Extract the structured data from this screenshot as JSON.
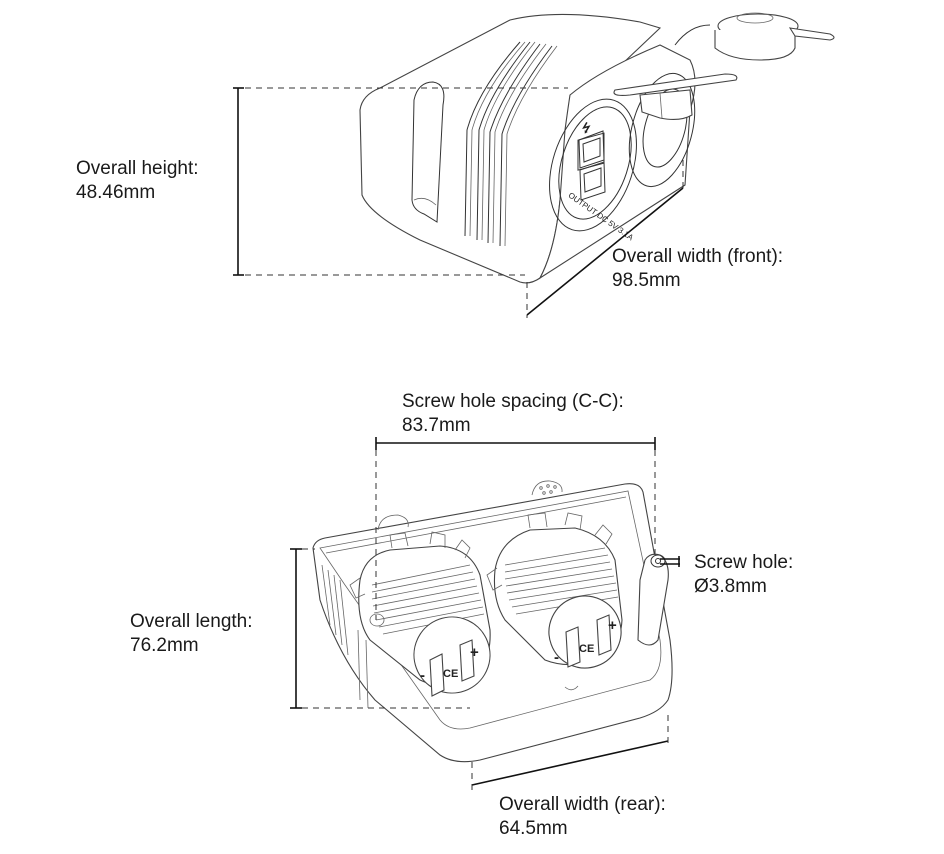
{
  "figure": {
    "type": "technical dimension drawing",
    "subject": "dual socket surface mount housing (USB charger + 12V socket)"
  },
  "top_view": {
    "dimensions": {
      "height": {
        "label": "Overall height:",
        "value": "48.46mm"
      },
      "width_front": {
        "label": "Overall width (front):",
        "value": "98.5mm"
      }
    },
    "usb_socket_text": "OUTPUT DC 5V 3.1A",
    "usb_icon": "usb-icon"
  },
  "bottom_view": {
    "dimensions": {
      "screw_spacing": {
        "label": "Screw hole spacing (C-C):",
        "value": "83.7mm"
      },
      "screw_hole": {
        "label": "Screw hole:",
        "value": "Ø3.8mm"
      },
      "length": {
        "label": "Overall length:",
        "value": "76.2mm"
      },
      "width_rear": {
        "label": "Overall width (rear):",
        "value": "64.5mm"
      }
    },
    "terminal_marks": {
      "positive": "+",
      "negative": "-",
      "ce": "CE"
    }
  }
}
